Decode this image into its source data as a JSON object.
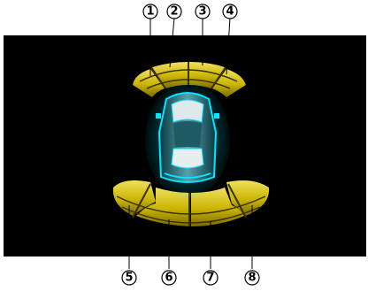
{
  "figure": {
    "kind": "parking-sensor-display",
    "colors": {
      "screen_background": "#000000",
      "page_background": "#ffffff",
      "zone_fill": "#c9b400",
      "zone_highlight": "#f0e060",
      "zone_divider": "#3a3000",
      "car_glow": "#00e0ff",
      "callout": "#000000"
    },
    "icons": [
      "car-top-view-icon"
    ]
  },
  "callouts": {
    "front": [
      "1",
      "2",
      "3",
      "4"
    ],
    "rear": [
      "5",
      "6",
      "7",
      "8"
    ]
  }
}
